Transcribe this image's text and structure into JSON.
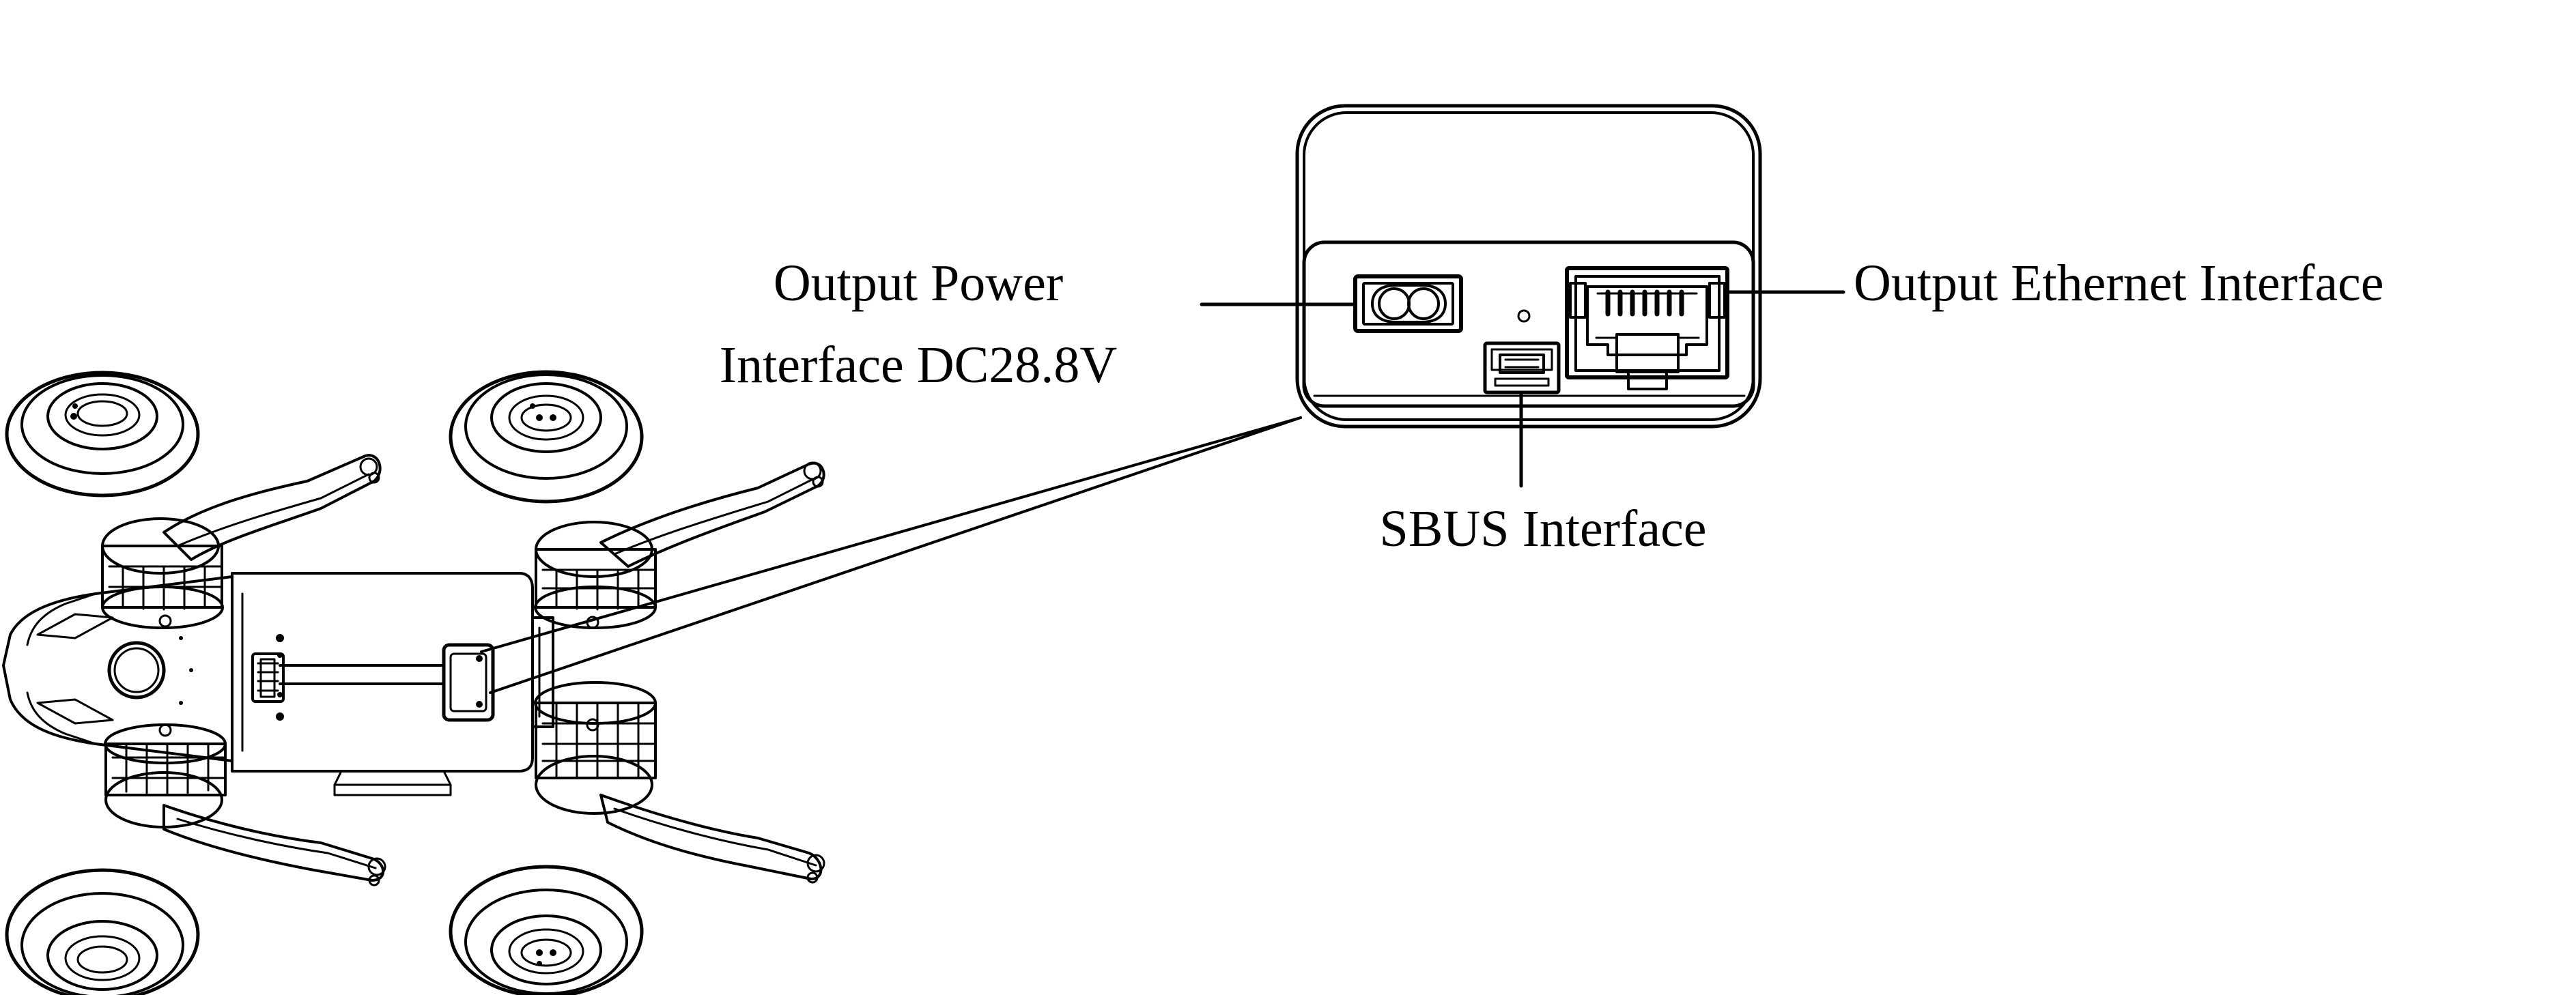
{
  "callouts": {
    "power_line1": "Output Power",
    "power_line2": "Interface DC28.8V",
    "ethernet": "Output Ethernet Interface",
    "sbus": "SBUS Interface"
  },
  "colors": {
    "stroke": "#000000",
    "background": "#ffffff"
  }
}
